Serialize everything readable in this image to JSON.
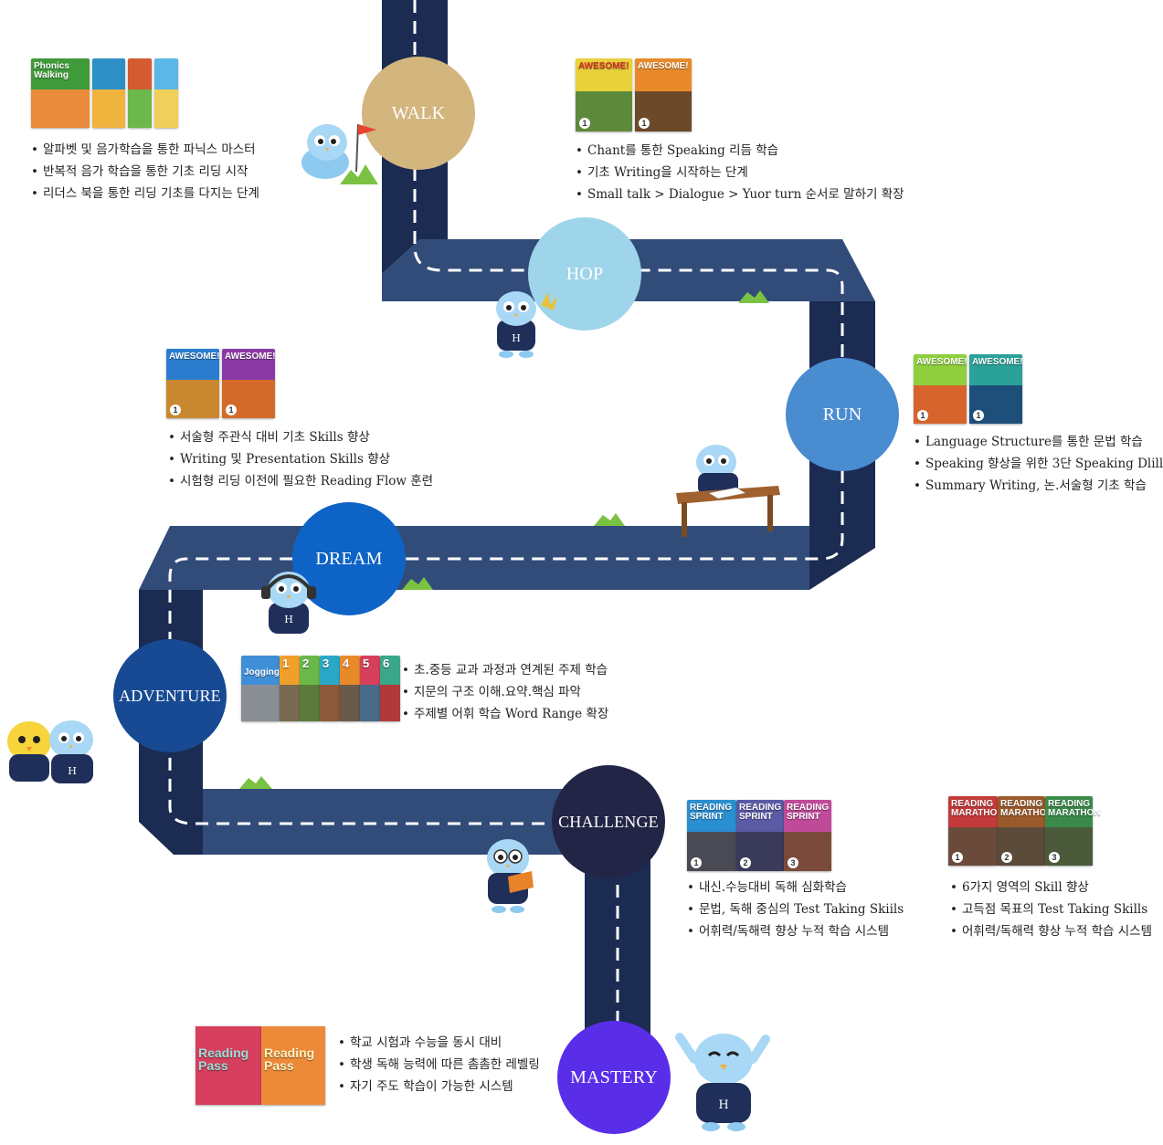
{
  "stages": [
    {
      "label": "WALK",
      "color": "#d3b57e"
    },
    {
      "label": "HOP",
      "color": "#9fd5ea"
    },
    {
      "label": "RUN",
      "color": "#4a8cd0"
    },
    {
      "label": "DREAM",
      "color": "#0e63c6"
    },
    {
      "label": "ADVENTURE",
      "color": "#174a93"
    },
    {
      "label": "CHALLENGE",
      "color": "#232546"
    },
    {
      "label": "MASTERY",
      "color": "#5a2ee9"
    }
  ],
  "colors": {
    "road_dark": "#1b2b52",
    "road_mid": "#324c7a",
    "dash": "#ffffff",
    "grass": "#7cc242"
  },
  "walk": {
    "book_title": "Phonics Walking",
    "bullets": [
      "알파벳 및 음가학습을 통한 파닉스 마스터",
      "반복적 음가 학습을 통한 기초 리딩 시작",
      "리더스 북을 통한 리딩 기초를 다지는 단계"
    ]
  },
  "hop": {
    "book_title": "AWESOME!",
    "bullets": [
      "Chant를 통한 Speaking 리듬 학습",
      "기초 Writing을 시작하는 단계",
      "Small talk > Dialogue > Yuor turn 순서로 말하기 확장"
    ]
  },
  "run": {
    "book_title": "AWESOME!",
    "bullets": [
      "Language Structure를 통한 문법 학습",
      "Speaking 향상을 위한 3단 Speaking Dlill",
      "Summary Writing, 논.서술형 기초 학습"
    ]
  },
  "dream": {
    "book_title": "AWESOME!",
    "bullets": [
      "서술형 주관식 대비 기초 Skills 향상",
      "Writing 및 Presentation Skills 향상",
      "시험형 리딩 이전에 필요한 Reading Flow 훈련"
    ]
  },
  "adventure": {
    "book_title": "Jogging",
    "book_numbers": [
      "1",
      "2",
      "3",
      "4",
      "5",
      "6"
    ],
    "bullets": [
      "초.중등 교과 과정과 연계된 주제 학습",
      "지문의 구조 이해.요약.핵심 파악",
      "주제별 어휘 학습 Word Range 확장"
    ]
  },
  "challenge": {
    "book_title": "READING SPRINT",
    "book_numbers": [
      "1",
      "2",
      "3"
    ],
    "bullets": [
      "내신.수능대비 독해 심화학습",
      "문법, 독해 중심의 Test Taking Skiils",
      "어휘력/독해력 향상 누적 학습 시스템"
    ]
  },
  "marathon": {
    "book_title": "READING MARATHON",
    "book_numbers": [
      "1",
      "2",
      "3"
    ],
    "bullets": [
      "6가지 영역의 Skill 향상",
      "고득점 목표의 Test Taking Skills",
      "어휘력/독해력 향상 누적 학습 시스템"
    ]
  },
  "mastery": {
    "book_title": "Reading Pass",
    "bullets": [
      "학교 시험과 수능을 동시 대비",
      "학생 독해 능력에 따른 촘촘한 레벨링",
      "자기 주도 학습이 가능한 시스템"
    ]
  }
}
